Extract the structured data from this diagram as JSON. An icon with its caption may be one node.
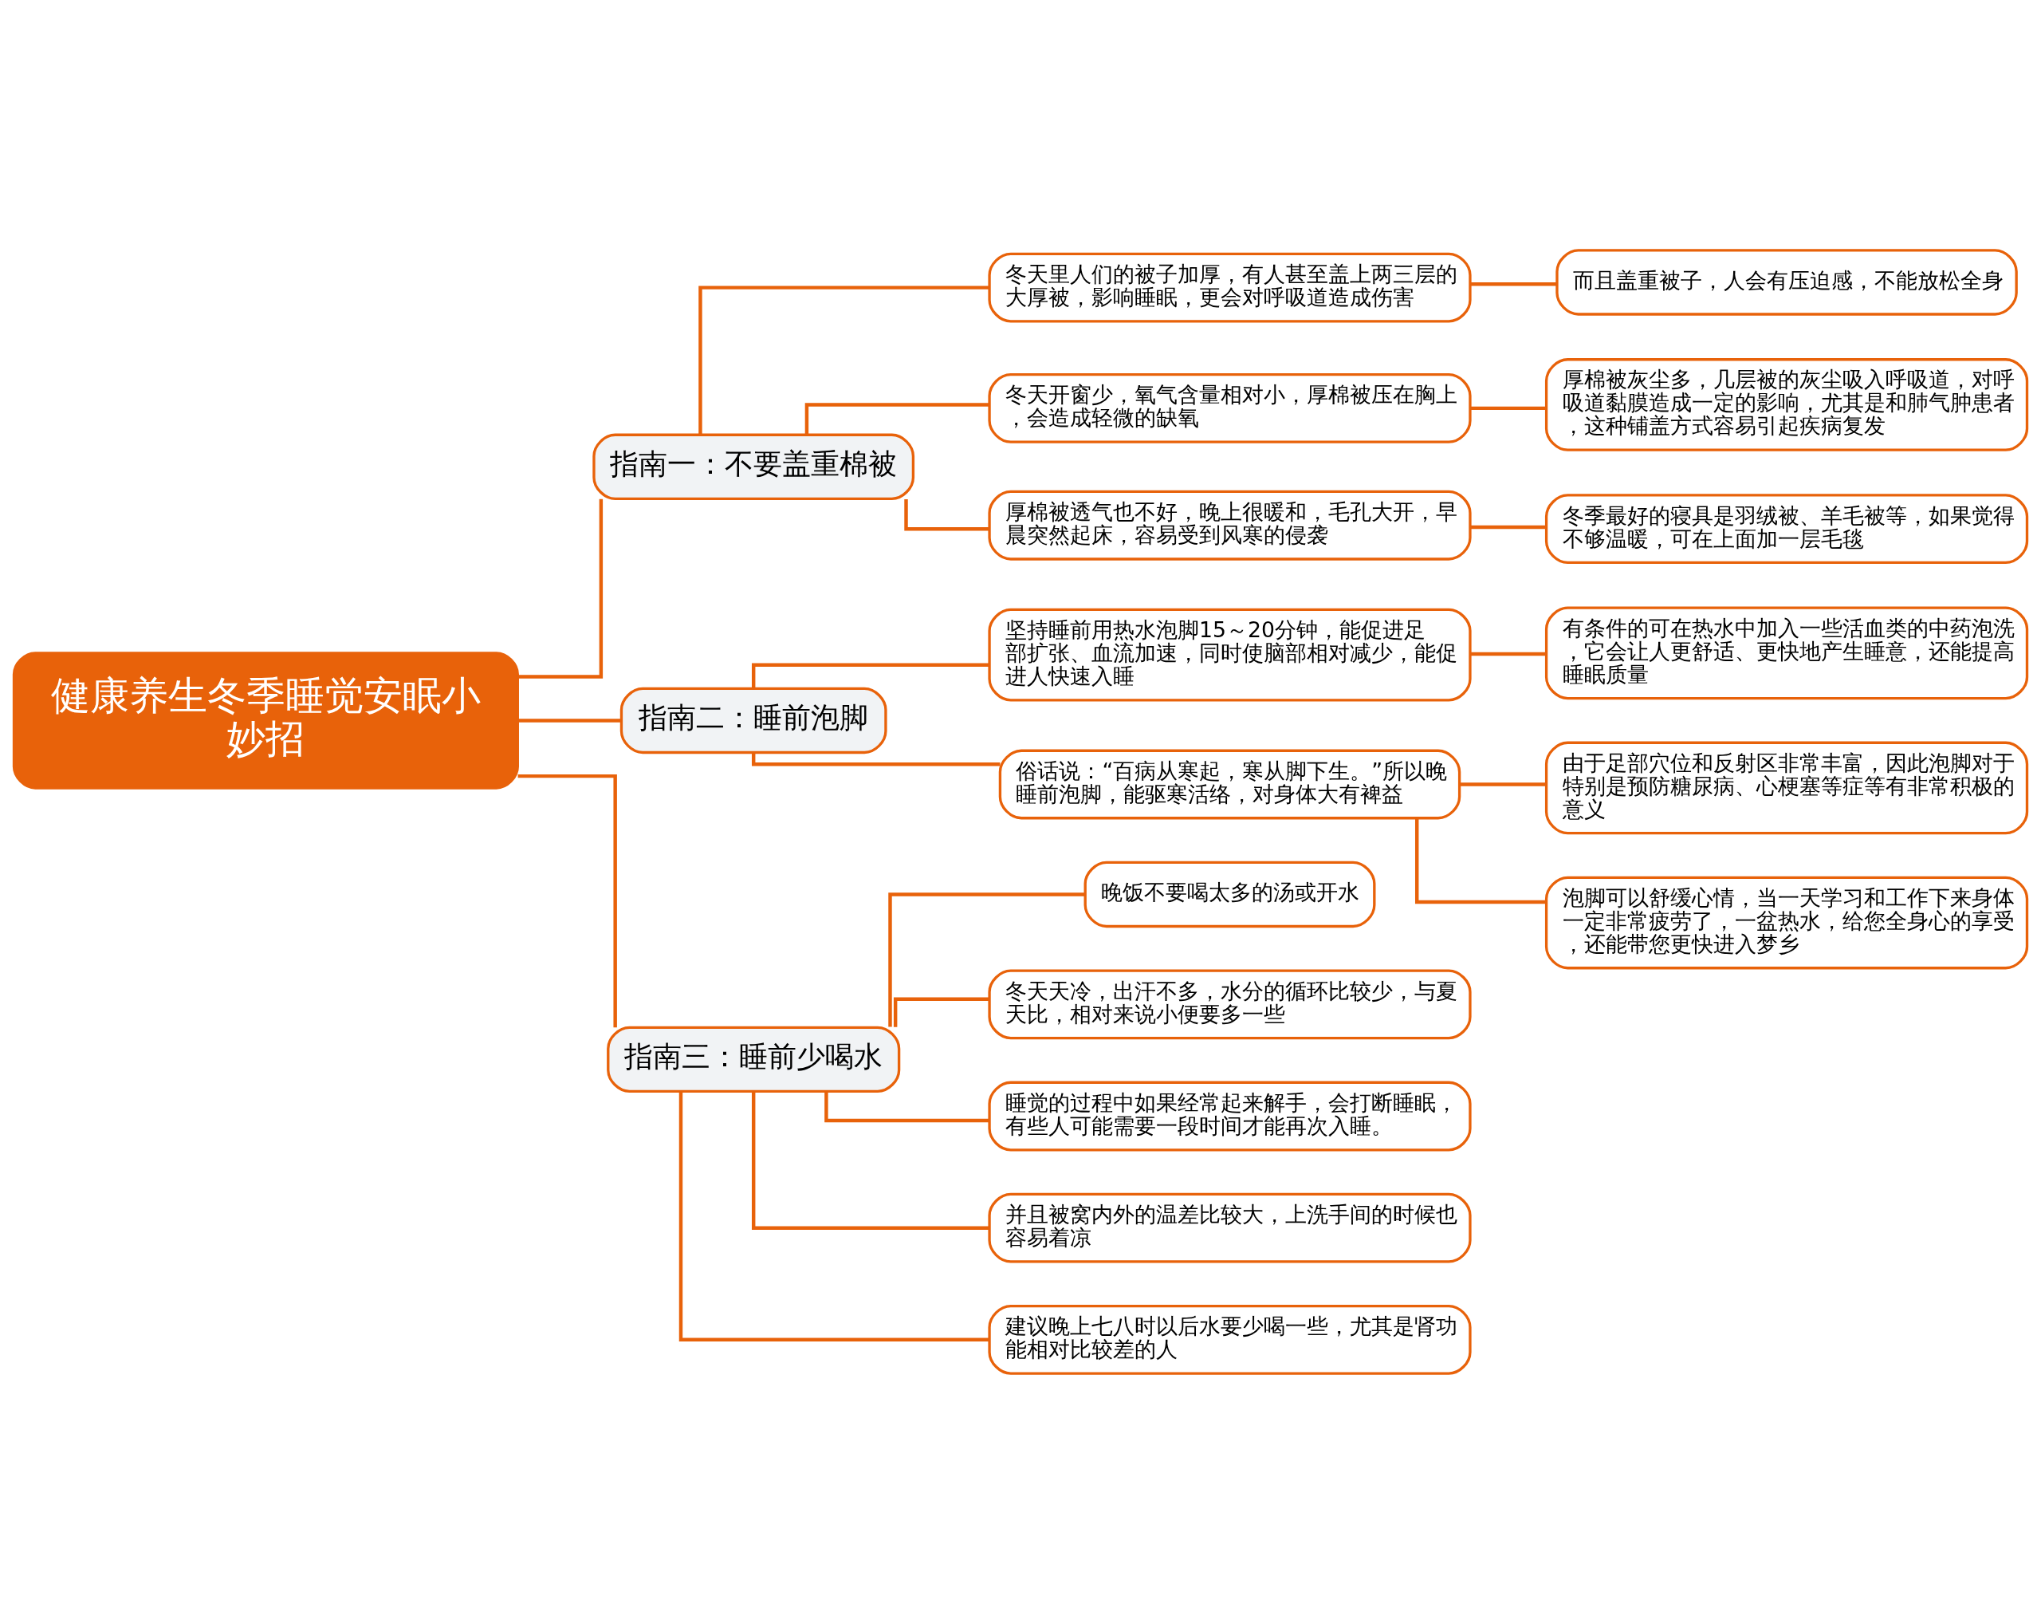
{
  "diagram": {
    "nodes": [
      {
        "text": [
          "健康养生冬季睡觉安眠小妙招"
        ]
      },
      {
        "text": [
          "指南一：不要盖重棉被"
        ]
      },
      {
        "text": [
          "冬天里人们的被子加厚，有人甚至盖上两三层的大厚被，影响睡眠，更会对呼吸道造成伤害"
        ]
      },
      {
        "text": [
          "而且盖重被子，人会有压迫感，不能放松全身"
        ]
      },
      {
        "text": [
          "冬天开窗少，氧气含量相对小，厚棉被压在胸上，会造成轻微的缺氧"
        ]
      },
      {
        "text": [
          "厚棉被灰尘多，几层被的灰尘吸入呼吸道，对呼吸道黏膜造成一定的影响，尤其是和肺气肿患者，这种铺盖方式容易引起疾病复发"
        ]
      },
      {
        "text": [
          "厚棉被透气也不好，晚上很暖和，毛孔大开，早晨突然起床，容易受到风寒的侵袭"
        ]
      },
      {
        "text": [
          "冬季最好的寝具是羽绒被、羊毛被等，如果觉得不够温暖，可在上面加一层毛毯"
        ]
      },
      {
        "text": [
          "指南二：睡前泡脚"
        ]
      },
      {
        "text": [
          "坚持睡前用热水泡脚15～20分钟，能促进足部扩张、血流加速，同时使脑部相对减少，能促进人快速入睡"
        ]
      },
      {
        "text": [
          "有条件的可在热水中加入一些活血类的中药泡洗，它会让人更舒适、更快地产生睡意，还能提高睡眠质量"
        ]
      },
      {
        "text": [
          "俗话说：“百病从寒起，寒从脚下生。”所以晚睡前泡脚，能驱寒活络，对身体大有裨益"
        ]
      },
      {
        "text": [
          "由于足部穴位和反射区非常丰富，因此泡脚对于特别是预防糖尿病、心梗塞等症等有非常积极的意义"
        ]
      },
      {
        "text": [
          "泡脚可以舒缓心情，当一天学习和工作下来身体一定非常疲劳了，一盆热水，给您全身心的享受，还能带您更快进入梦乡"
        ]
      },
      {
        "text": [
          "指南三：睡前少喝水"
        ]
      },
      {
        "text": [
          "晚饭不要喝太多的汤或开水"
        ]
      },
      {
        "text": [
          "冬天天冷，出汗不多，水分的循环比较少，与夏天比，相对来说小便要多一些"
        ]
      },
      {
        "text": [
          "睡觉的过程中如果经常起来解手，会打断睡眠，有些人可能需要一段时间才能再次入睡。"
        ]
      },
      {
        "text": [
          "并且被窝内外的温差比较大，上洗手间的时候也容易着凉"
        ]
      },
      {
        "text": [
          "建议晚上七八时以后水要少喝一些，尤其是肾功能相对比较差的人"
        ]
      }
    ],
    "edges": [
      {
        "from": 0,
        "to": 1,
        "arrow": "none"
      },
      {
        "from": 1,
        "to": 2,
        "arrow": "none"
      },
      {
        "from": 2,
        "to": 3,
        "arrow": "none"
      },
      {
        "from": 1,
        "to": 4,
        "arrow": "none"
      },
      {
        "from": 4,
        "to": 5,
        "arrow": "none"
      },
      {
        "from": 1,
        "to": 6,
        "arrow": "none"
      },
      {
        "from": 6,
        "to": 7,
        "arrow": "none"
      },
      {
        "from": 0,
        "to": 8,
        "arrow": "none"
      },
      {
        "from": 8,
        "to": 9,
        "arrow": "none"
      },
      {
        "from": 9,
        "to": 10,
        "arrow": "none"
      },
      {
        "from": 8,
        "to": 11,
        "arrow": "none"
      },
      {
        "from": 11,
        "to": 12,
        "arrow": "none"
      },
      {
        "from": 11,
        "to": 13,
        "arrow": "none"
      },
      {
        "from": 0,
        "to": 14,
        "arrow": "none"
      },
      {
        "from": 14,
        "to": 15,
        "arrow": "none"
      },
      {
        "from": 14,
        "to": 16,
        "arrow": "none"
      },
      {
        "from": 14,
        "to": 17,
        "arrow": "none"
      },
      {
        "from": 14,
        "to": 18,
        "arrow": "none"
      },
      {
        "from": 14,
        "to": 19,
        "arrow": "none"
      }
    ]
  }
}
